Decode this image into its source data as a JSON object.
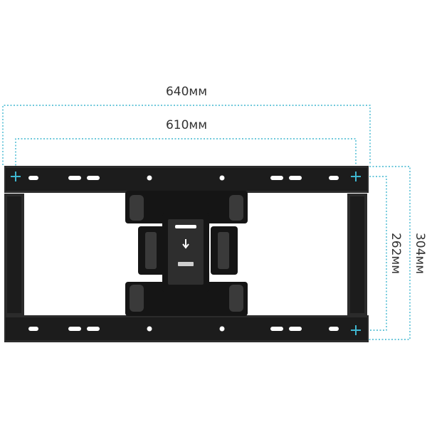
{
  "dimensions": {
    "outer_width": "640мм",
    "inner_width": "610мм",
    "outer_height": "304мм",
    "inner_height": "262мм"
  },
  "colors": {
    "dimension_line": "#3fb6cf",
    "mount_body": "#1c1c1c",
    "background": "#ffffff"
  },
  "icons": {
    "mount_point": "crosshair-marker",
    "level_indicator": "arrow-down-icon"
  }
}
